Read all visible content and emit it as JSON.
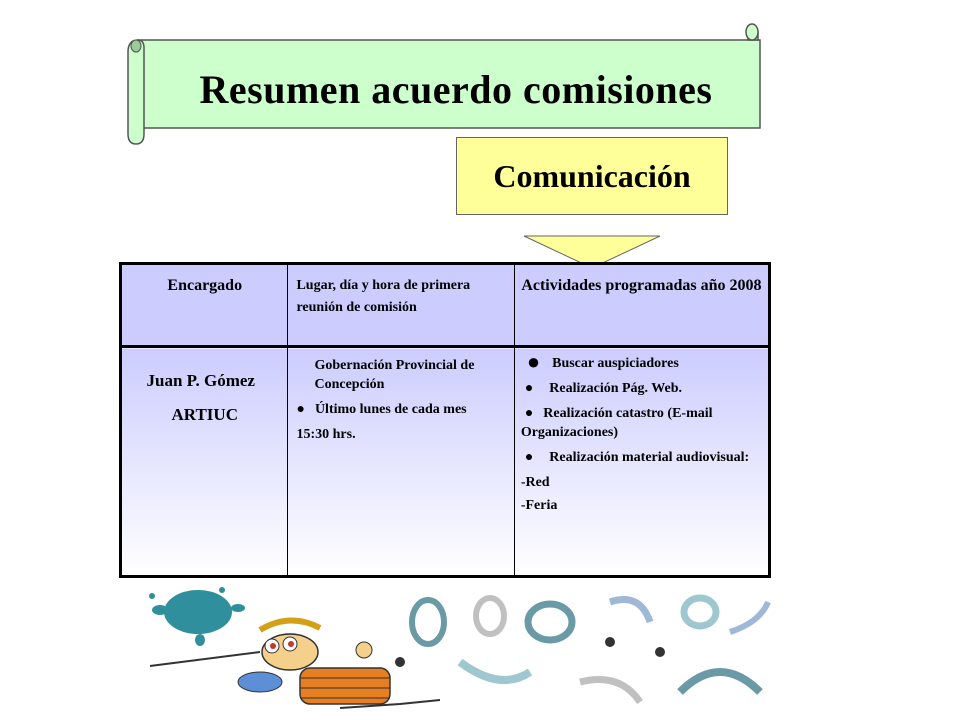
{
  "banner": {
    "title": "Resumen acuerdo comisiones"
  },
  "commission": {
    "label": "Comunicación"
  },
  "table": {
    "headers": {
      "encargado": "Encargado",
      "lugar": "Lugar, día y hora de primera reunión de comisión",
      "actividades": "Actividades programadas año 2008"
    },
    "encargado": {
      "name": "Juan P. Gómez",
      "org": "ARTIUC"
    },
    "lugar": {
      "place": "Gobernación Provincial de Concepción",
      "day": "Último lunes de cada mes",
      "time": "15:30 hrs."
    },
    "actividades": [
      "Buscar auspiciadores",
      "Realización Pág. Web.",
      "Realización catastro (E-mail Organizaciones)",
      "Realización material audiovisual:"
    ],
    "sub_items": [
      "-Red",
      "-Feria"
    ]
  },
  "colors": {
    "banner_fill": "#ccffcc",
    "box_fill": "#ffff99",
    "header_fill": "#ccccff",
    "splash": "#2f8f9d"
  }
}
